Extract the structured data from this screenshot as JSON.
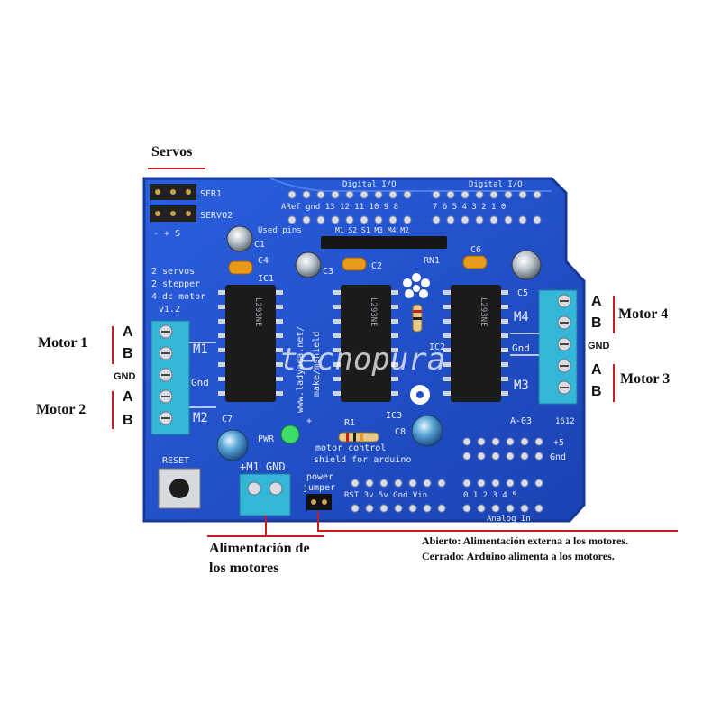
{
  "labels": {
    "servos": "Servos",
    "motor1": "Motor 1",
    "motor2": "Motor 2",
    "motor3": "Motor 3",
    "motor4": "Motor 4",
    "a": "A",
    "b": "B",
    "gnd": "GND",
    "power_line1": "Alimentación de",
    "power_line2": "los motores",
    "jumper_open": "Abierto: Alimentación externa a los motores.",
    "jumper_closed": "Cerrado: Arduino alimenta a los motores."
  },
  "board": {
    "watermark": "tecnopura",
    "ser1": "SER1",
    "servo2": "SERVO2",
    "servo_pins": "- + S",
    "info_lines": [
      "2 servos",
      "2 stepper",
      "4 dc motor",
      "v1.2"
    ],
    "digital_io": "Digital I/O",
    "digital_left_pins": "ARef gnd 13 12 11 10 9 8",
    "digital_right_pins": "7 6 5 4 3 2 1 0",
    "used_pins": "Used pins",
    "used_pins_map": "M1 S2 S1 M3 M4 M2",
    "rn1": "RN1",
    "ic1": "IC1",
    "ic2": "IC2",
    "ic3": "IC3",
    "chip1": "L293NE",
    "chip2": "L293NE",
    "chip3": "L293NE",
    "c1": "C1",
    "c2": "C2",
    "c3": "C3",
    "c4": "C4",
    "c5": "C5",
    "c6": "C6",
    "c7": "C7",
    "c8": "C8",
    "r1": "R1",
    "m1": "M1",
    "m2": "M2",
    "m3": "M3",
    "m4": "M4",
    "gnd_left": "Gnd",
    "gnd_right": "Gnd",
    "ladyada": "www.ladyada.net/",
    "makeshield": "make/mshield",
    "motor_control": "motor control",
    "shield_for": "shield for arduino",
    "pwr": "PWR",
    "plus": "+",
    "reset": "RESET",
    "ext_power": "+M1 GND",
    "power": "power",
    "jumper": "jumper",
    "power_pins": "RST 3v 5v Gnd Vin",
    "analog_pins": "0 1 2 3 4 5",
    "analog_in": "Analog In",
    "plus5": "+5",
    "gnd_5": "Gnd",
    "code": "A-03",
    "year": "1612"
  },
  "colors": {
    "board": "#1f4fc9",
    "board_edge": "#163a9e",
    "silkscreen": "#e8eeff",
    "terminal": "#35b6d8",
    "chip": "#1b1b1b",
    "red": "#c41e1e",
    "cap_orange": "#e89a1a"
  }
}
